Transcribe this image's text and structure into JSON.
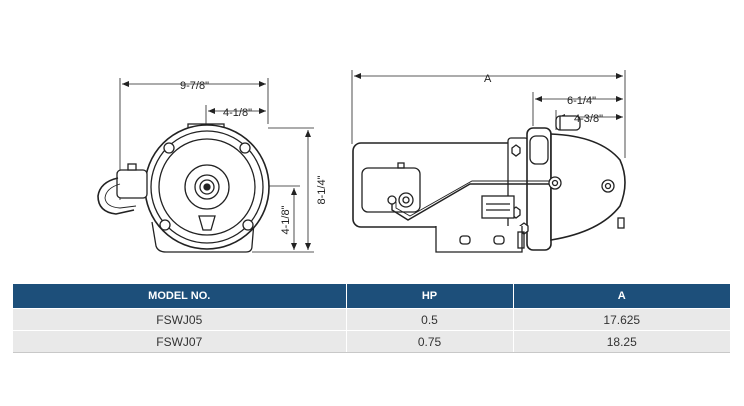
{
  "diagram": {
    "front_view": {
      "dim_width": "9-7/8\"",
      "dim_half": "4-1/8\"",
      "dim_height": "8-1/4\"",
      "dim_lower": "4-1/8\""
    },
    "side_view": {
      "dim_overall": "A",
      "dim_motor": "6-1/4\"",
      "dim_inlet": "4-3/8\""
    }
  },
  "table": {
    "headers": [
      "MODEL NO.",
      "HP",
      "A"
    ],
    "rows": [
      [
        "FSWJ05",
        "0.5",
        "17.625"
      ],
      [
        "FSWJ07",
        "0.75",
        "18.25"
      ]
    ]
  },
  "colors": {
    "header_bg": "#1d4f7a",
    "row_bg": "#e9e9e9",
    "line": "#222222"
  }
}
